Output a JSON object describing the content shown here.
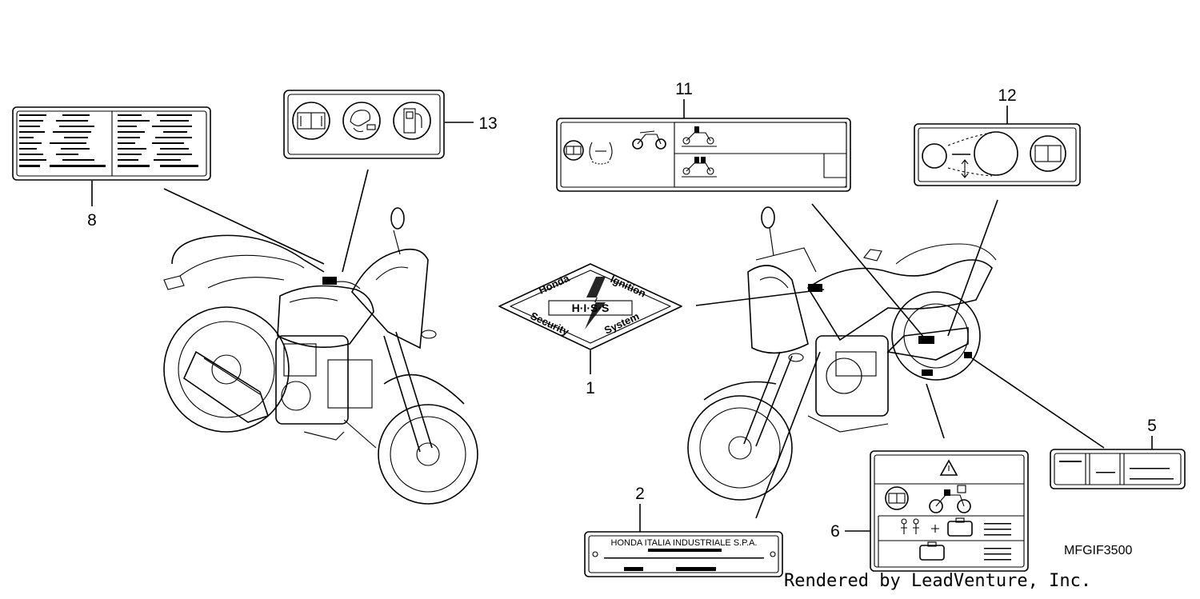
{
  "callouts": {
    "c1": "1",
    "c2": "2",
    "c5": "5",
    "c6": "6",
    "c8": "8",
    "c11": "11",
    "c12": "12",
    "c13": "13"
  },
  "label_texts": {
    "badge_top_left": "Honda",
    "badge_top_right": "Ignition",
    "badge_center": "H·I·S·S",
    "badge_bottom_left": "Security",
    "badge_bottom_right": "System",
    "plate_text": "HONDA  ITALIA  INDUSTRIALE  S.P.A."
  },
  "diagram_code": "MFGIF3500",
  "footer": "Rendered by LeadVenture, Inc.",
  "icons": [
    "manual-book-icon",
    "helmet-icon",
    "fuel-pump-icon",
    "warning-triangle-icon",
    "motorcycle-icon",
    "rider-passenger-icon",
    "luggage-icon",
    "chain-adjust-icon"
  ]
}
